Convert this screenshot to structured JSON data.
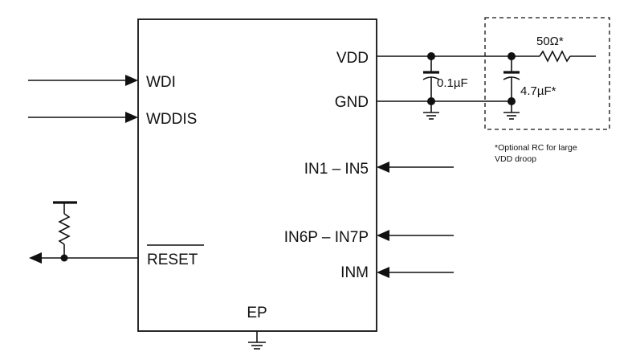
{
  "chip": {
    "left_pins": [
      "WDI",
      "WDDIS"
    ],
    "reset_label": "RESET",
    "right_pins": [
      "VDD",
      "GND",
      "IN1 – IN5",
      "IN6P – IN7P",
      "INM"
    ],
    "bottom_pin": "EP"
  },
  "components": {
    "cap1_value": "0.1µF",
    "cap2_value": "4.7µF*",
    "resistor_value": "50Ω*"
  },
  "note": {
    "line1": "*Optional RC for large",
    "line2": "VDD droop"
  }
}
